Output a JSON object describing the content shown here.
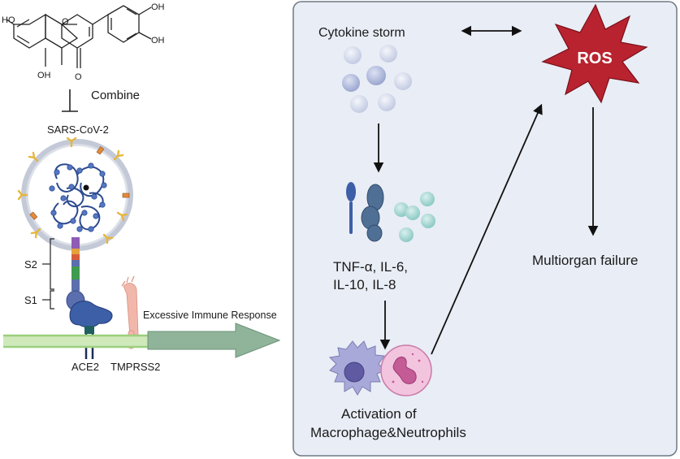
{
  "left": {
    "molecule_labels": {
      "ho_left": "HO",
      "oh_top1": "OH",
      "oh_top2": "OH",
      "oh_bottom": "OH",
      "ketone_o": "O",
      "ring_o": "O"
    },
    "combine_label": "Combine",
    "virus_label": "SARS-CoV-2",
    "s2_label": "S2",
    "s1_label": "S1",
    "ace2_label": "ACE2",
    "tmprss2_label": "TMPRSS2",
    "arrow_label": "Excessive Immune Response"
  },
  "panel": {
    "cytokine_label": "Cytokine storm",
    "ros_label": "ROS",
    "interleukins_line1": "TNF-α, IL-6,",
    "interleukins_line2": "IL-10, IL-8",
    "multiorgan_label": "Multiorgan failure",
    "activation_line1": "Activation of",
    "activation_line2": "Macrophage&Neutrophils"
  },
  "colors": {
    "panel_bg": "#e9edf5",
    "panel_border": "#6f7a86",
    "ros_fill": "#b8232f",
    "big_arrow": "#8fb49a",
    "membrane": "#bfe3a8",
    "spike_blue": "#5b6fae",
    "receptor_blue": "#3d5fa8",
    "macrophage": "#a9a9d9",
    "neutrophil": "#e7a9cf"
  }
}
